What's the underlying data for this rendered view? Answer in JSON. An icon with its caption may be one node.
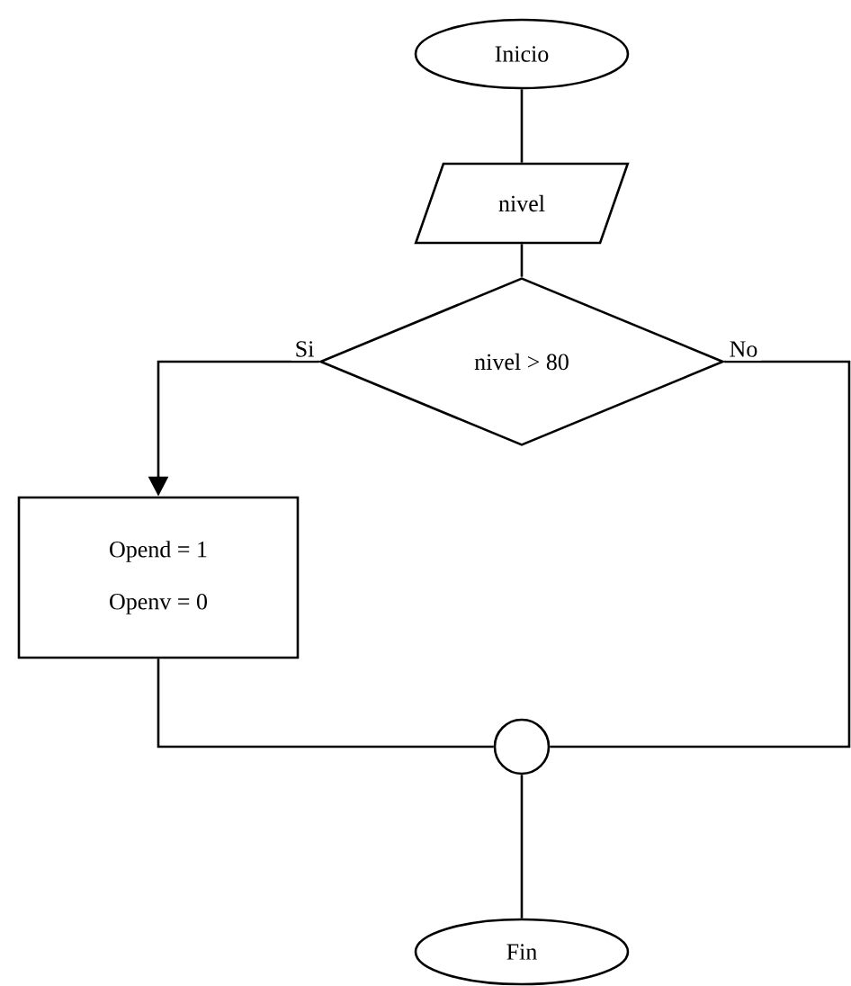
{
  "diagram": {
    "nodes": [
      {
        "text": [
          "Inicio"
        ]
      },
      {
        "text": [
          "nivel"
        ]
      },
      {
        "text": [
          "nivel > 80"
        ]
      },
      {
        "text": [
          "Opend = 1",
          "Openv = 0"
        ]
      },
      {
        "text": [],
        "shape": "circle"
      },
      {
        "text": [
          "Fin"
        ]
      }
    ],
    "edges": [
      {
        "from": 0,
        "to": 1,
        "arrow": "none"
      },
      {
        "from": 1,
        "to": 2,
        "arrow": "none"
      },
      {
        "from": 2,
        "to": 3,
        "arrow": "to",
        "label": "Si"
      },
      {
        "from": 2,
        "to": 4,
        "arrow": "none",
        "label": "No"
      },
      {
        "from": 3,
        "to": 4,
        "arrow": "none"
      },
      {
        "from": 4,
        "to": 5,
        "arrow": "none"
      }
    ]
  }
}
